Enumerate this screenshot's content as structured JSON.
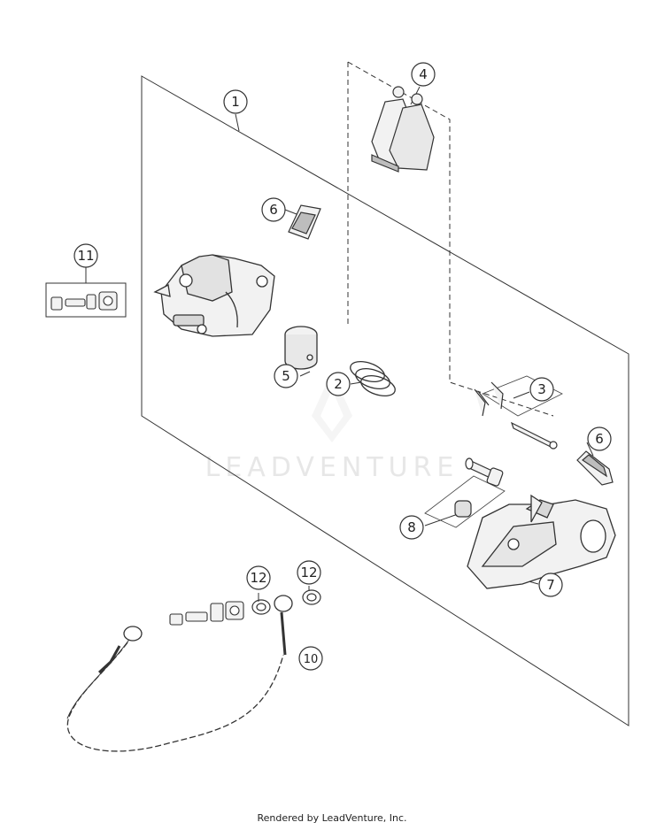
{
  "watermark": {
    "text": "LEADVENTURE"
  },
  "callouts": {
    "c1": "1",
    "c2": "2",
    "c3": "3",
    "c4": "4",
    "c5": "5",
    "c6a": "6",
    "c6b": "6",
    "c7": "7",
    "c8": "8",
    "c10": "10",
    "c11": "11",
    "c12a": "12",
    "c12b": "12"
  },
  "footer": {
    "text": "Rendered by LeadVenture, Inc."
  },
  "colors": {
    "line": "#333333",
    "part_fill": "#f2f2f2",
    "part_shade": "#bdbdbd",
    "watermark": "#e7e7e7"
  }
}
